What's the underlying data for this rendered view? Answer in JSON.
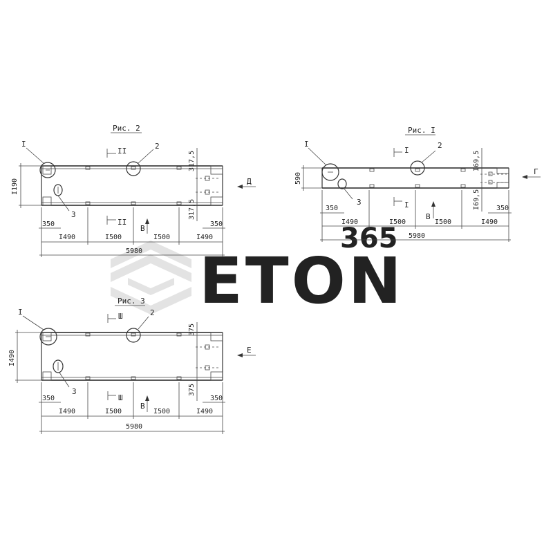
{
  "watermark": {
    "brand": "ETON",
    "superscript": "365",
    "colors": {
      "logo": "#e2e2e2",
      "digits": "#f4c9a8"
    }
  },
  "fig2": {
    "title": "Рис. 2",
    "height_label": "I190",
    "callouts": [
      "I",
      "2",
      "3"
    ],
    "section_mark": "II",
    "arrow_v": "В",
    "arrow_d": "Д",
    "vert_dims": [
      "317,5",
      "317,5"
    ],
    "small_dims": [
      "350",
      "350"
    ],
    "spans": [
      "I490",
      "I500",
      "I500",
      "I490"
    ],
    "total": "5980"
  },
  "fig1": {
    "title": "Рис. I",
    "height_label": "590",
    "callouts": [
      "I",
      "2",
      "3"
    ],
    "section_mark": "I",
    "arrow_v": "В",
    "arrow_g": "Г",
    "vert_dims": [
      "I69,5",
      "I69,5"
    ],
    "small_dims": [
      "350",
      "350"
    ],
    "spans": [
      "I490",
      "I500",
      "I500",
      "I490"
    ],
    "total": "5980"
  },
  "fig3": {
    "title": "Рис. 3",
    "height_label": "I490",
    "callouts": [
      "I",
      "2",
      "3"
    ],
    "section_mark": "Ш",
    "arrow_v": "В",
    "arrow_e": "Е",
    "vert_dims": [
      "375",
      "375"
    ],
    "small_dims": [
      "350",
      "350"
    ],
    "spans": [
      "I490",
      "I500",
      "I500",
      "I490"
    ],
    "total": "5980"
  }
}
